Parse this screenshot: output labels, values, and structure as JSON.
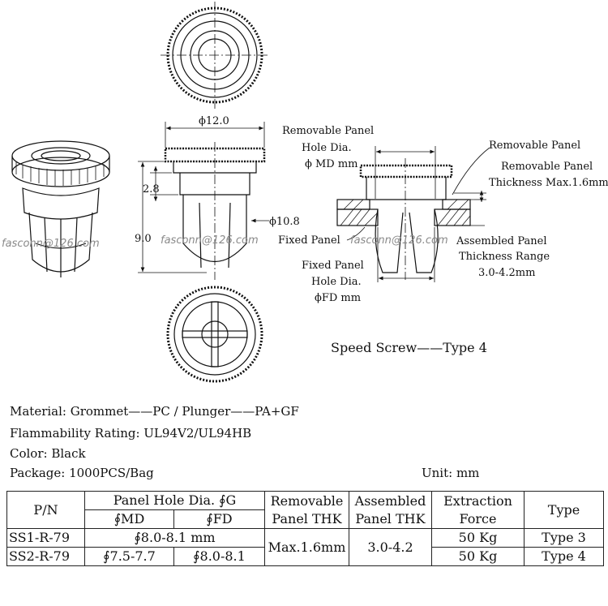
{
  "drawing": {
    "dim_overall_dia": "ϕ12.0",
    "dim_head_height": "2.8",
    "dim_total_height": "9.0",
    "dim_body_dia": "ϕ10.8",
    "label_removable_panel_hole_line1": "Removable Panel",
    "label_removable_panel_hole_line2": "Hole Dia.",
    "label_removable_panel_hole_line3": "ϕ MD mm",
    "label_removable_panel": "Removable Panel",
    "label_removable_thk_line1": "Removable Panel",
    "label_removable_thk_line2": "Thickness Max.1.6mm",
    "label_fixed_panel": "Fixed Panel",
    "label_assembled_line1": "Assembled Panel",
    "label_assembled_line2": "Thickness Range",
    "label_assembled_line3": "3.0-4.2mm",
    "label_fixed_hole_line1": "Fixed Panel",
    "label_fixed_hole_line2": "Hole Dia.",
    "label_fixed_hole_line3": "ϕFD mm",
    "title": "Speed Screw——Type 4",
    "watermark": "fasconn@126.com"
  },
  "specs": {
    "material": "Material: Grommet——PC / Plunger——PA+GF",
    "flammability": "Flammability Rating: UL94V2/UL94HB",
    "color": "Color: Black",
    "package": "Package: 1000PCS/Bag",
    "unit": "Unit: mm"
  },
  "table": {
    "headers": {
      "pn": "P/N",
      "panel_hole": "Panel Hole Dia. ∮G",
      "md": "∮MD",
      "fd": "∮FD",
      "removable": "Removable Panel THK",
      "assembled": "Assembled Panel THK",
      "extraction": "Extraction Force",
      "type": "Type"
    },
    "rows": [
      {
        "pn": "SS1-R-79",
        "hole_combined": "∮8.0-8.1 mm",
        "removable": "Max.1.6mm",
        "assembled": "3.0-4.2",
        "force": "50 Kg",
        "type": "Type 3"
      },
      {
        "pn": "SS2-R-79",
        "md": "∮7.5-7.7",
        "fd": "∮8.0-8.1",
        "force": "50 Kg",
        "type": "Type 4"
      }
    ]
  }
}
